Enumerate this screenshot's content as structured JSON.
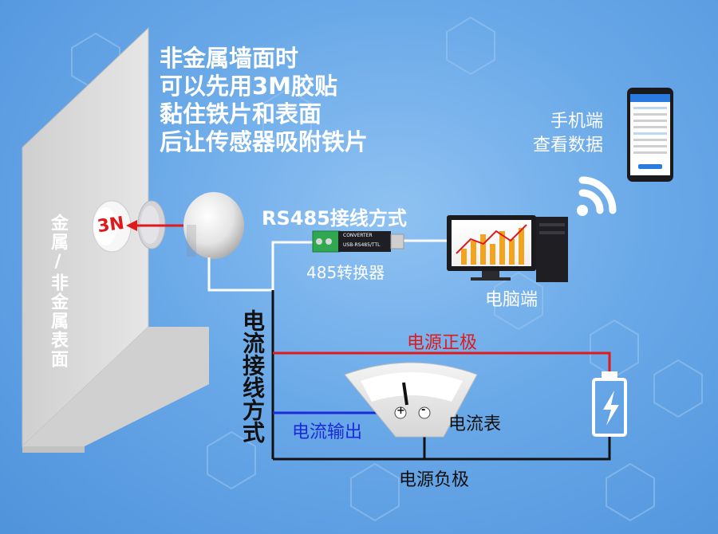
{
  "instruction_lines": [
    "非金属墙面时",
    "可以先用3M胶贴",
    "黏住铁片和表面",
    "后让传感器吸附铁片"
  ],
  "wall_label": "金属/非金属表面",
  "sticker_text": "3N",
  "rs485_title": "RS485接线方式",
  "converter_label": "485转换器",
  "converter_text_1": "USB-RS485/TTL",
  "converter_text_2": "CONVERTER",
  "pc_label": "电脑端",
  "phone_label_lines": [
    "手机端",
    "查看数据"
  ],
  "current_wiring_title": "电流接线方式",
  "power_positive": "电源正极",
  "current_output": "电流输出",
  "ammeter_label": "电流表",
  "power_negative": "电源负极",
  "meter_plus": "+",
  "meter_minus": "-",
  "colors": {
    "positive_wire": "#e0191b",
    "output_wire": "#1a2ad8",
    "negative_wire": "#111111",
    "signal_wire": "#ffffff"
  }
}
